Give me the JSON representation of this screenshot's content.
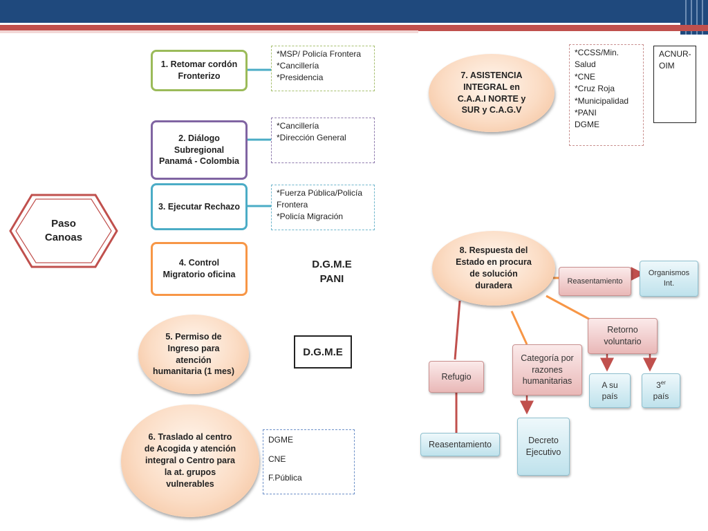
{
  "theme": {
    "header_blue": "#1f497d",
    "header_red": "#c0504d",
    "green": "#9bbb59",
    "purple": "#8064a2",
    "teal": "#4bacc6",
    "orange": "#f79646",
    "dark_red": "#c0504d"
  },
  "origin": {
    "label": "Paso\nCanoas"
  },
  "steps": {
    "s1": {
      "label": "1. Retomar cordón\nFronterizo",
      "note": "*MSP/ Policía Frontera\n*Cancillería\n*Presidencia"
    },
    "s2": {
      "label": "2. Diálogo\nSubregional\nPanamá - Colombia",
      "note": "*Cancillería\n*Dirección General"
    },
    "s3": {
      "label": "3. Ejecutar Rechazo",
      "note": "*Fuerza Pública/Policía\nFrontera\n*Policía Migración"
    },
    "s4": {
      "label": "4. Control\nMigratorio oficina",
      "note": "D.G.M.E\nPANI"
    },
    "s5": {
      "label": "5. Permiso de\nIngreso para\natención\nhumanitaria (1 mes)",
      "note": "D.G.M.E"
    },
    "s6": {
      "label": "6. Traslado al centro\nde Acogida y atención\nintegral  o Centro para\nla at. grupos\nvulnerables",
      "note": "DGME\n\nCNE\n\nF.Pública"
    },
    "s7": {
      "label": "7. ASISTENCIA\nINTEGRAL  en\nC.A.A.I NORTE y\nSUR y C.A.G.V",
      "note": "*CCSS/Min.\nSalud\n*CNE\n*Cruz Roja\n*Municipalidad\n*PANI\nDGME",
      "note2": "ACNUR-\nOIM"
    },
    "s8": {
      "label": "8. Respuesta  del\nEstado en procura\nde  solución\nduradera"
    }
  },
  "outcomes": {
    "reasentamiento_top": "Reasentamiento",
    "organismos": "Organismos\nInt.",
    "retorno": "Retorno\nvoluntario",
    "a_su_pais": "A su\npaís",
    "tercer_num": "3",
    "tercer_sup": "er",
    "tercer_pais": "país",
    "refugio": "Refugio",
    "reasentamiento_bottom": "Reasentamiento",
    "categoria": "Categoría por\nrazones\nhumanitarias",
    "decreto": "Decreto\nEjecutivo"
  }
}
